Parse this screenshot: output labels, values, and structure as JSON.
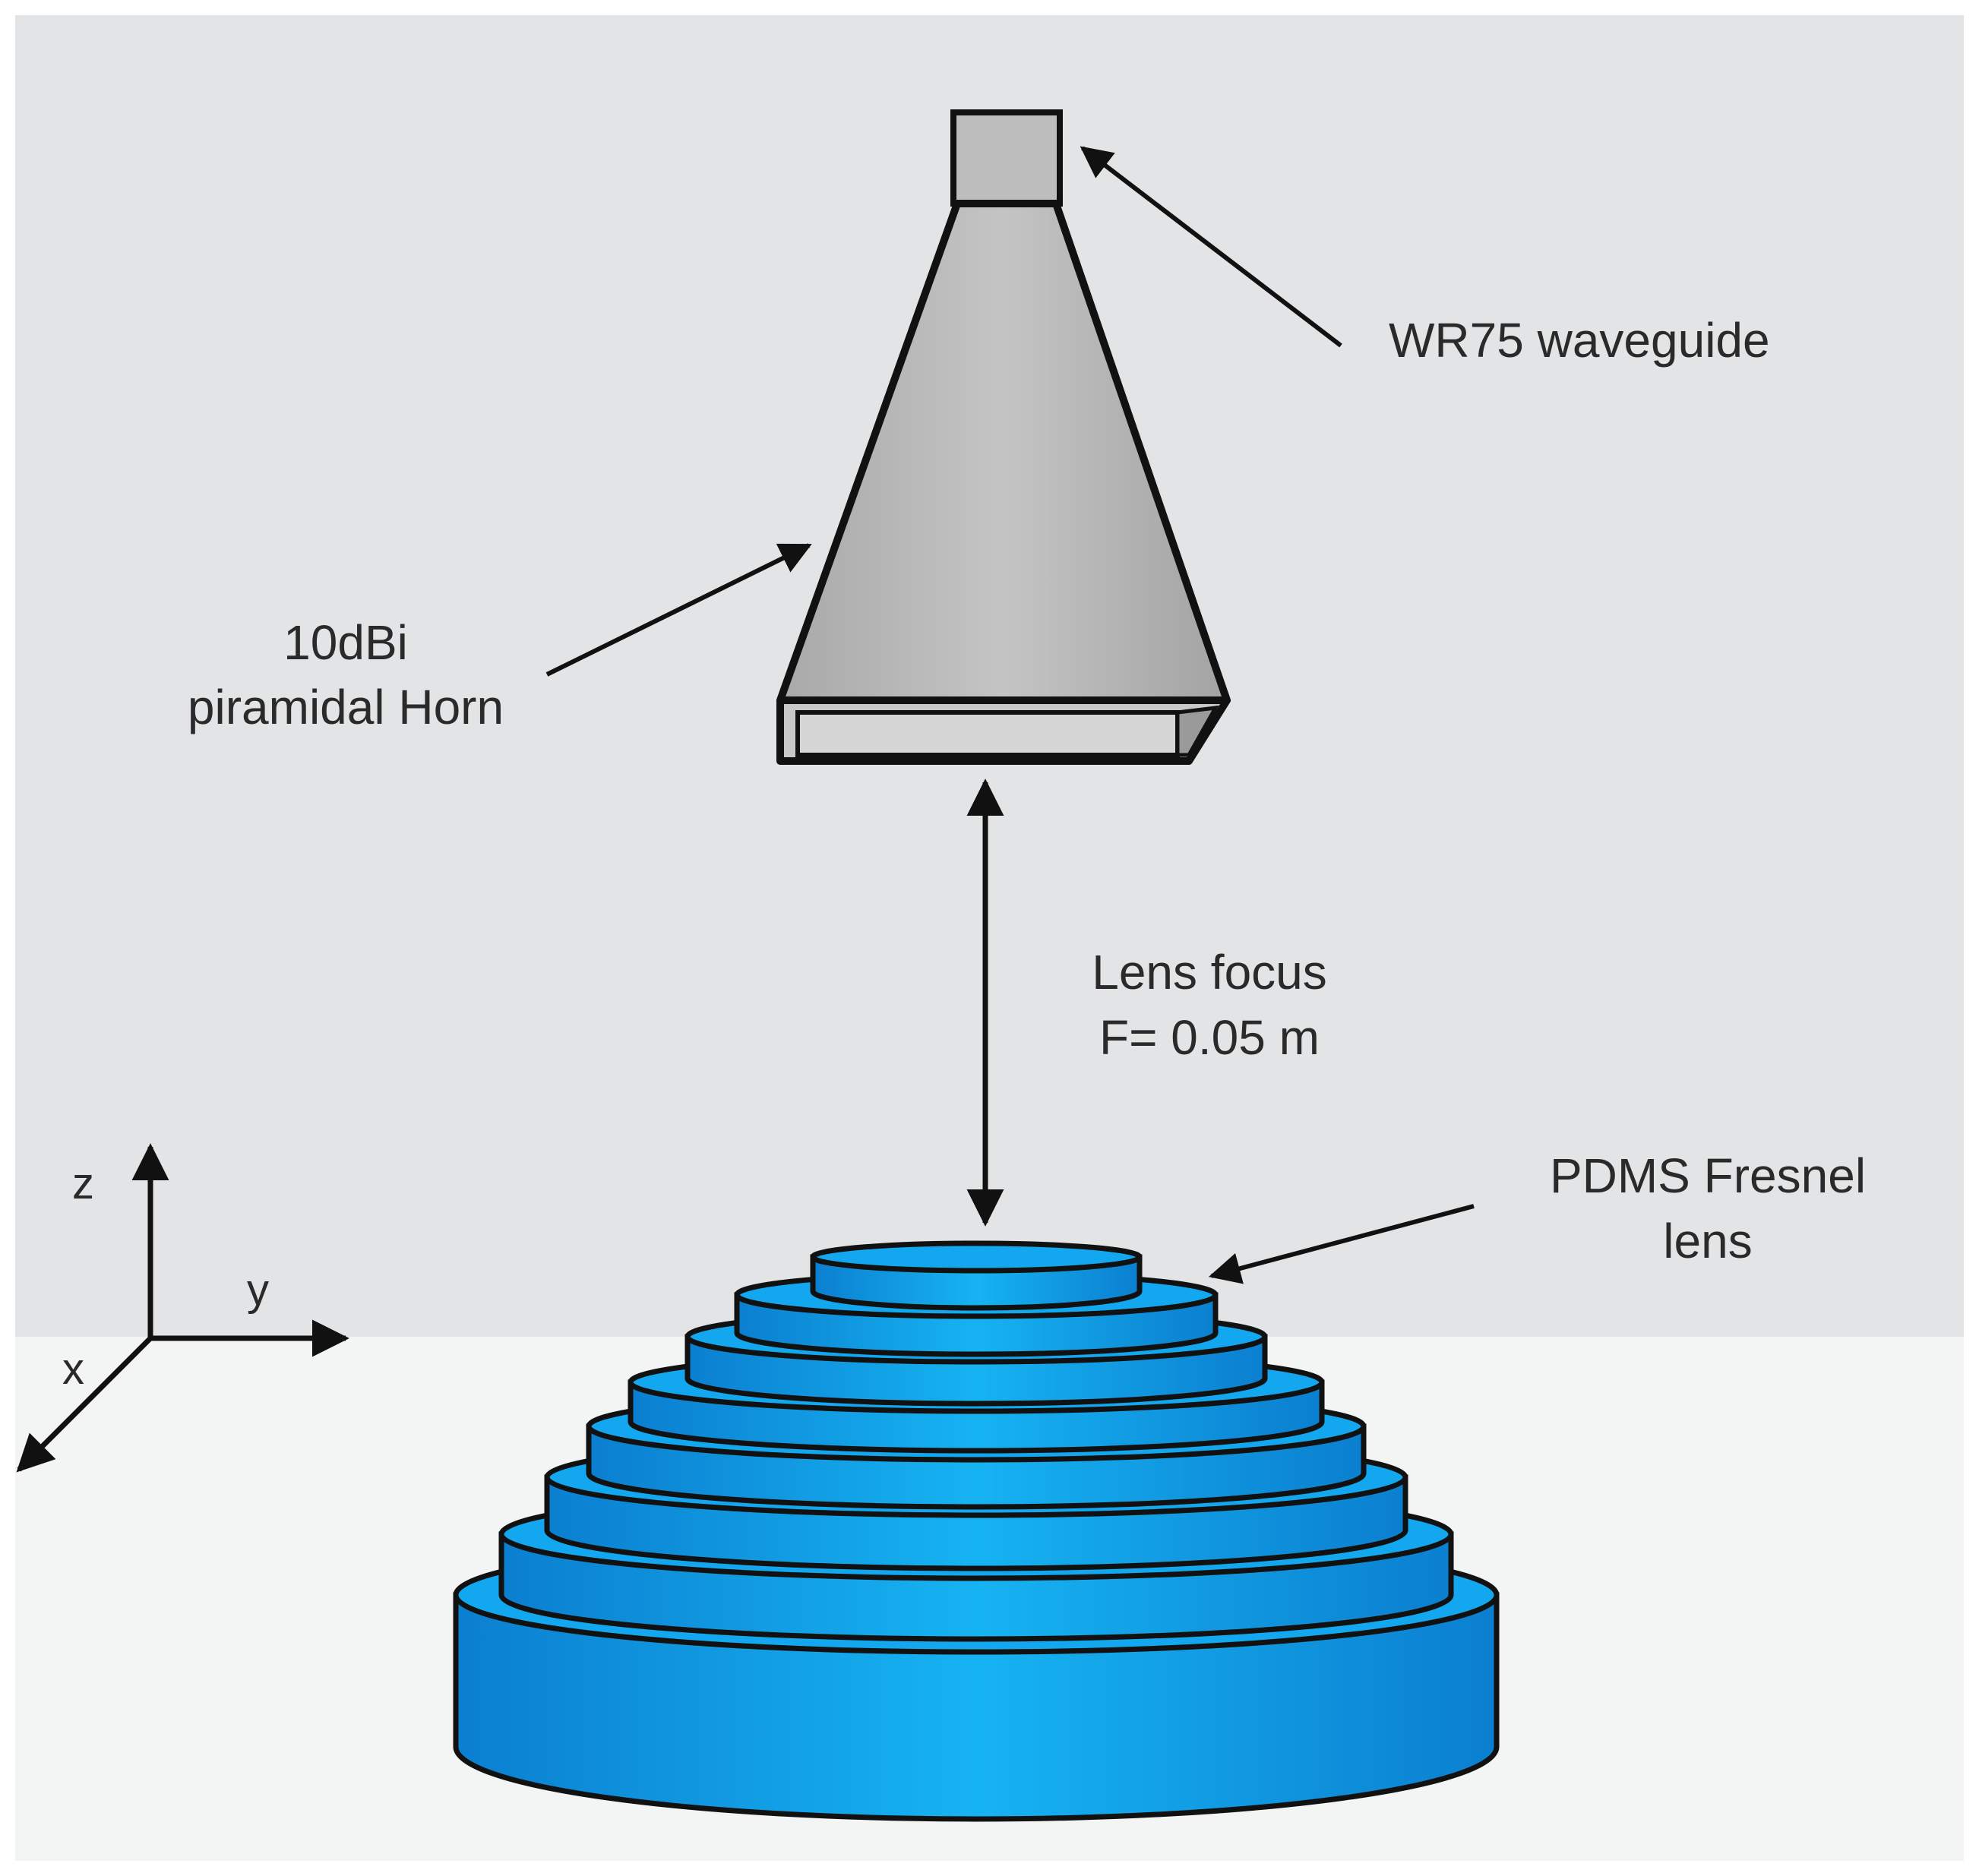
{
  "colors": {
    "background_upper": "#e3e4e5",
    "background_lower": "#f3f4f4",
    "horn_fill": "#b9b9b9",
    "outline": "#111111",
    "lens_blue": "#0ea5e9",
    "lens_blue_dark": "#0476c4",
    "text": "#2a2a2a"
  },
  "labels": {
    "waveguide": "WR75 waveguide",
    "horn_line1": "10dBi",
    "horn_line2": "piramidal Horn",
    "focus_line1": "Lens focus",
    "focus_line2": "F= 0.05 m",
    "lens_line1": "PDMS Fresnel",
    "lens_line2": "lens"
  },
  "axes": {
    "z": "z",
    "y": "y",
    "x": "x"
  },
  "lens": {
    "step_count": 8
  }
}
